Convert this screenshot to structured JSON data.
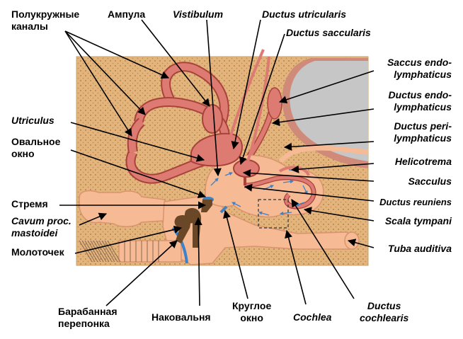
{
  "labels": {
    "semicircular_canals": [
      "Полукружные",
      "каналы"
    ],
    "ampulla": "Ампула",
    "vestibulum": "Vistibulum",
    "ductus_utricularis": "Ductus utricularis",
    "ductus_saccularis": "Ductus saccularis",
    "saccus_endolymphaticus": [
      "Saccus endo-",
      "lymphaticus"
    ],
    "ductus_endolymphaticus": [
      "Ductus endo-",
      "lymphaticus"
    ],
    "ductus_perilymphaticus": [
      "Ductus peri-",
      "lymphaticus"
    ],
    "helicotrema": "Helicotrema",
    "utriculus": "Utriculus",
    "oval_window": [
      "Овальное",
      "окно"
    ],
    "sacculus": "Sacculus",
    "ductus_reuniens": "Ductus reuniens",
    "stapes": "Стремя",
    "scala_tympani": "Scala tympani",
    "cavum_mastoidei": [
      "Cavum proc.",
      "mastoidei"
    ],
    "tuba_auditiva": "Tuba auditiva",
    "malleus": "Молоточек",
    "tympanic_membrane": [
      "Барабанная",
      "перепонка"
    ],
    "incus": "Наковальня",
    "round_window": [
      "Круглое",
      "окно"
    ],
    "cochlea": "Cochlea",
    "ductus_cochlearis": [
      "Ductus",
      "cochlearis"
    ]
  },
  "colors": {
    "bone": "#e3b47c",
    "bone_dots": "#a9763e",
    "perilymph": "#f6ba95",
    "endolymph": "#dd7a72",
    "endolymph_dark": "#a8423b",
    "brain": "#c6c6c6",
    "flow_arrows": "#3c82c8",
    "ossicles": "#6a4726",
    "pointer": "#000000"
  }
}
